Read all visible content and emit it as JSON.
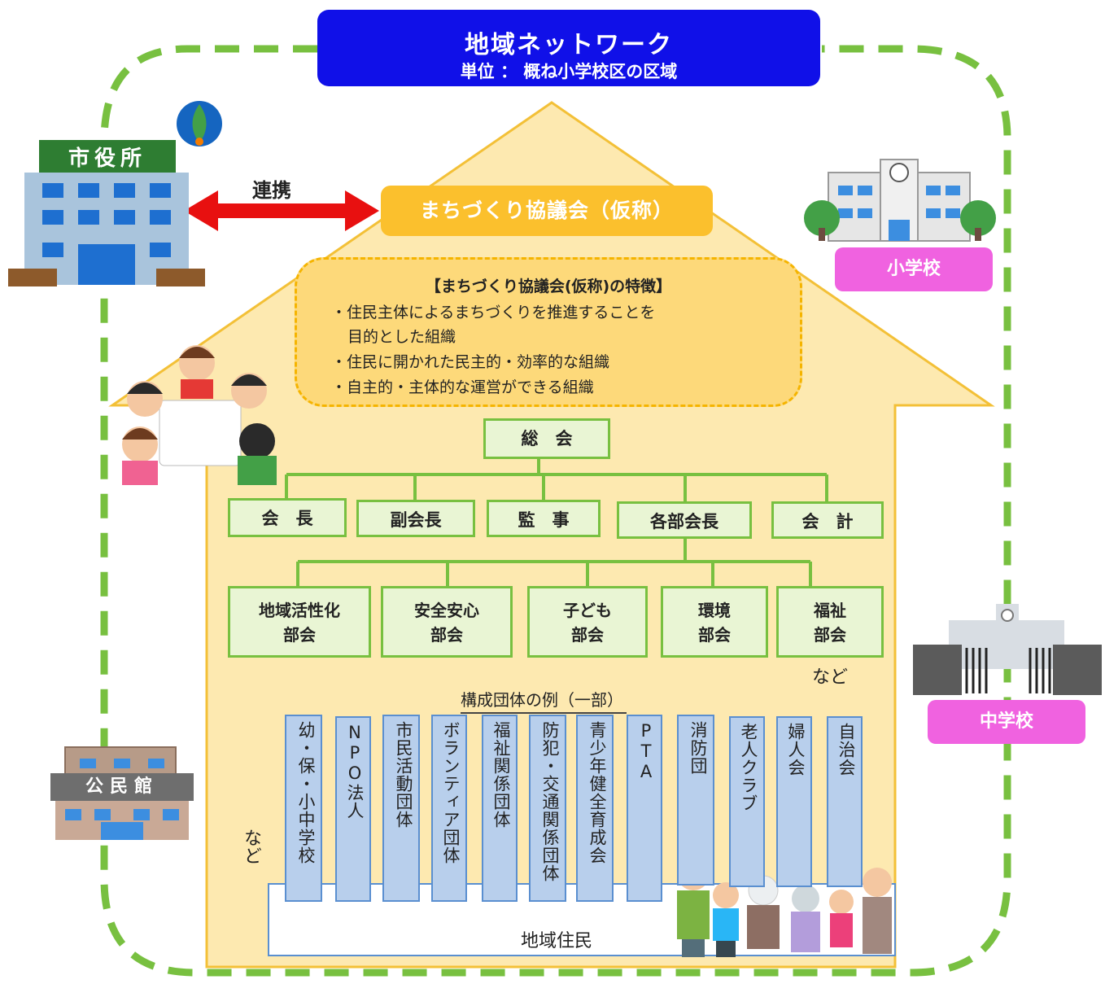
{
  "header": {
    "title": "地域ネットワーク",
    "subtitle": "単位 ： 概ね小学校区の区域"
  },
  "city_hall": {
    "sign": "市役所"
  },
  "link_label": "連携",
  "council": {
    "name": "まちづくり協議会（仮称）"
  },
  "features": {
    "title": "【まちづくり協議会(仮称)の特徴】",
    "lines": [
      "・住民主体によるまちづくりを推進することを",
      "目的とした組織",
      "・住民に開かれた民主的・効率的な組織",
      "・自主的・主体的な運営ができる組織"
    ]
  },
  "general_assembly": "総　会",
  "officers": [
    "会　長",
    "副会長",
    "監　事",
    "各部会長",
    "会　計"
  ],
  "committees": [
    {
      "line1": "地域活性化",
      "line2": "部会"
    },
    {
      "line1": "安全安心",
      "line2": "部会"
    },
    {
      "line1": "子ども",
      "line2": "部会"
    },
    {
      "line1": "環境",
      "line2": "部会"
    },
    {
      "line1": "福祉",
      "line2": "部会"
    }
  ],
  "committees_etc": "など",
  "member_orgs_title": "構成団体の例（一部）",
  "member_orgs": [
    "幼・保・小中学校",
    "NPO法人",
    "市民活動団体",
    "ボランティア団体",
    "福祉関係団体",
    "防犯・交通関係団体",
    "青少年健全育成会",
    "PTA",
    "消防団",
    "老人クラブ",
    "婦人会",
    "自治会"
  ],
  "member_orgs_etc": "など",
  "residents": "地域住民",
  "elementary_school": "小学校",
  "junior_high_school": "中学校",
  "community_hall": {
    "sign": "公民館"
  },
  "colors": {
    "title_bg": "#1010e8",
    "council_bg": "#fbc02d",
    "house": "#fde9b0",
    "green": "#78c040",
    "pink": "#f062e0",
    "arrow": "#e81010"
  }
}
